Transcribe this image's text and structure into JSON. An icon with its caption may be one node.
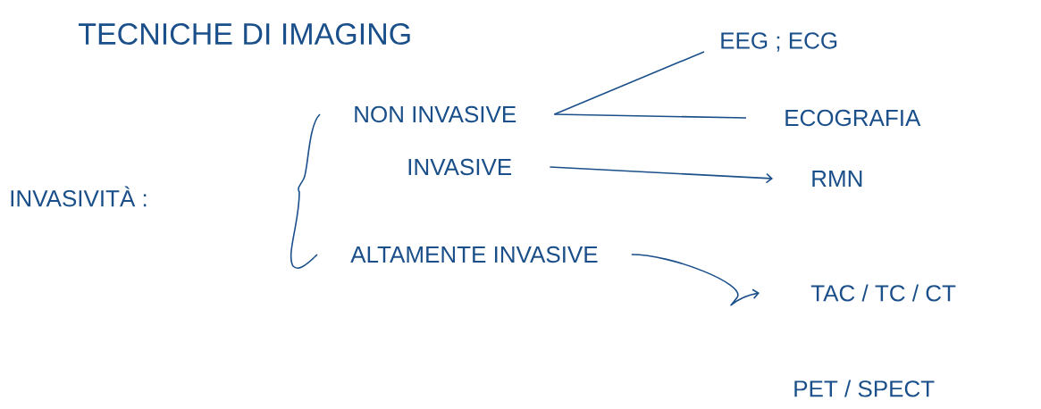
{
  "diagram": {
    "title": "TECNICHE DI IMAGING",
    "nodes": [
      {
        "text": [
          "NON INVASIVE"
        ]
      },
      {
        "text": [
          "INVASIVE"
        ]
      },
      {
        "text": [
          "ALTAMENTE INVASIVE"
        ]
      },
      {
        "text": [
          "EEG ; ECG"
        ]
      },
      {
        "text": [
          "ECOGRAFIA"
        ]
      },
      {
        "text": [
          "RMN"
        ]
      },
      {
        "text": [
          "TAC / TC / CT"
        ]
      }
    ],
    "edges": [
      {
        "from": 0,
        "to": 3,
        "arrow": "none"
      },
      {
        "from": 0,
        "to": 4,
        "arrow": "none"
      },
      {
        "from": 1,
        "to": 5,
        "arrow": "to"
      },
      {
        "from": 2,
        "to": 6,
        "arrow": "to"
      }
    ],
    "labels": [
      "INVASIVITÀ :",
      "PET / SPECT"
    ]
  }
}
